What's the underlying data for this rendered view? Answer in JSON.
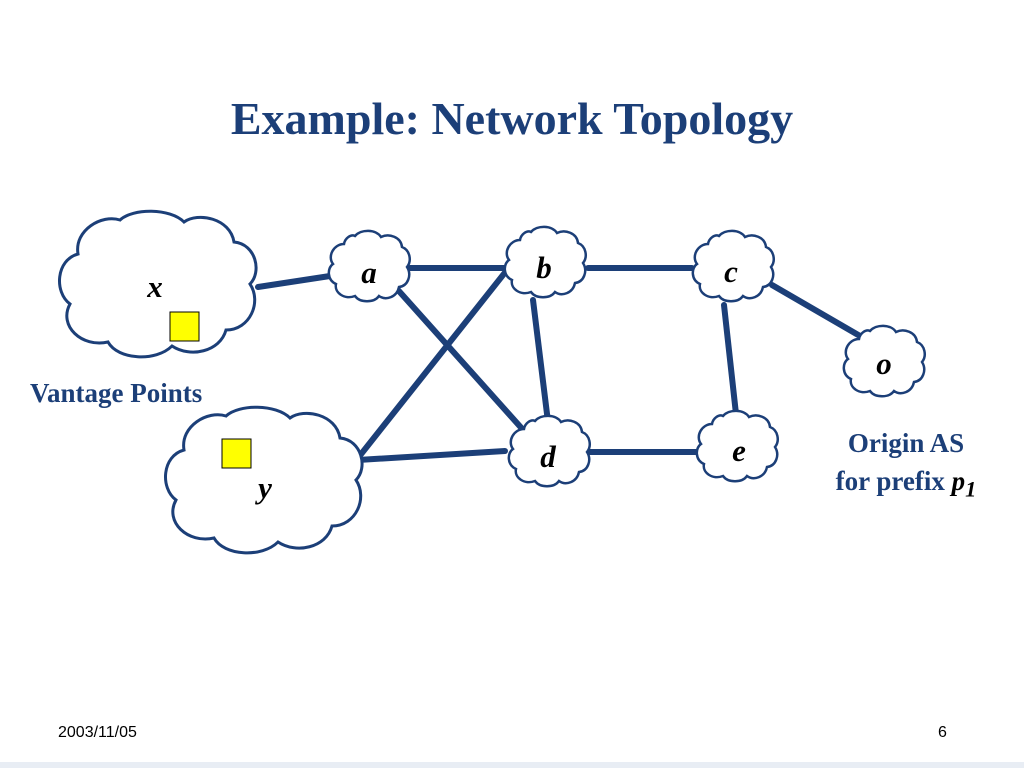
{
  "slide": {
    "title": "Example: Network Topology",
    "footer_date": "2003/11/05",
    "page_number": "6"
  },
  "nodes": {
    "x": "x",
    "y": "y",
    "a": "a",
    "b": "b",
    "c": "c",
    "d": "d",
    "e": "e",
    "o": "o"
  },
  "captions": {
    "vantage": "Vantage Points",
    "origin_line1": "Origin AS",
    "origin_line2": "for prefix ",
    "prefix_name": "p",
    "prefix_sub": "1"
  },
  "colors": {
    "title": "#1c3f78",
    "link": "#1c3f78",
    "vantage_marker": "#ffff00"
  }
}
